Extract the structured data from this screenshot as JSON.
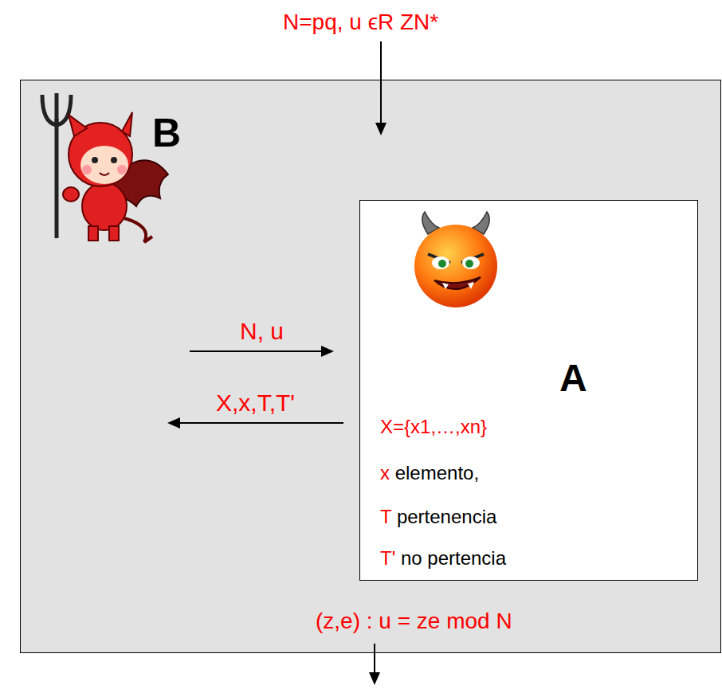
{
  "diagram": {
    "nodes": [
      {
        "text": [
          "B",
          "(z,e) : u = ze mod N"
        ]
      },
      {
        "text": [
          "A",
          "X={x1,…,xn}",
          "x elemento,",
          "T pertenencia",
          "T' no pertencia"
        ],
        "in": 0
      }
    ],
    "edges": [
      {
        "from": 0,
        "to": 1,
        "label": "N, u",
        "arrow": "to"
      },
      {
        "from": 1,
        "to": 0,
        "label": "X,x,T,T'",
        "arrow": "to"
      }
    ],
    "labels": [
      "N=pq, u ϵR ZN*"
    ]
  }
}
